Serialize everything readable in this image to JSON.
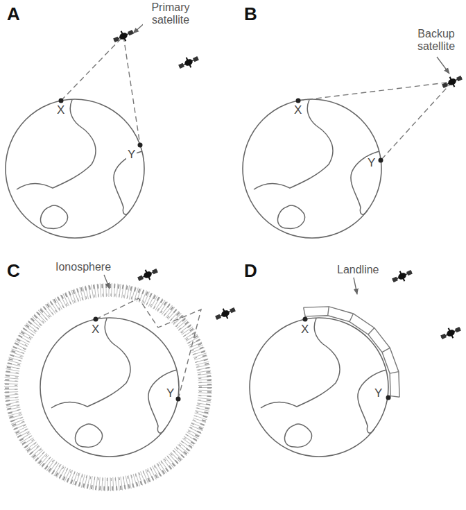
{
  "diagram": {
    "labels": [
      "A",
      "Primary satellite",
      "X",
      "Y",
      "B",
      "Backup satellite",
      "X",
      "Y",
      "C",
      "Ionosphere",
      "X",
      "Y",
      "D",
      "Landline",
      "X",
      "Y"
    ]
  }
}
